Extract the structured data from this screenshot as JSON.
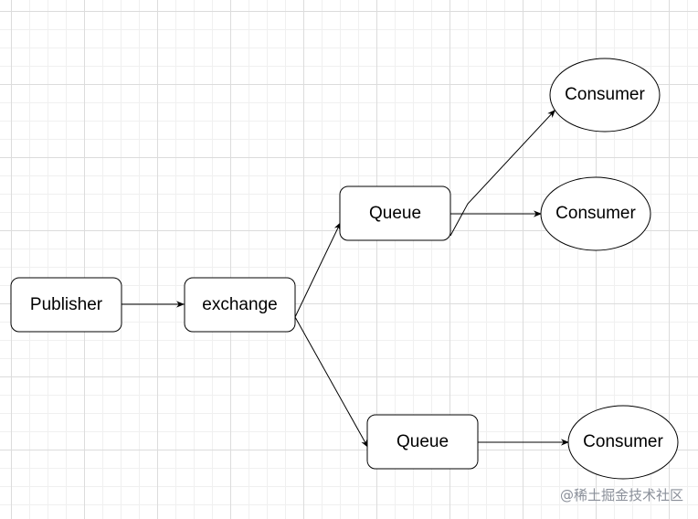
{
  "diagram": {
    "nodes": {
      "publisher": "Publisher",
      "exchange": "exchange",
      "queue_top": "Queue",
      "queue_bottom": "Queue",
      "consumer_1": "Consumer",
      "consumer_2": "Consumer",
      "consumer_3": "Consumer"
    },
    "edges": [
      {
        "from": "publisher",
        "to": "exchange"
      },
      {
        "from": "exchange",
        "to": "queue_top"
      },
      {
        "from": "exchange",
        "to": "queue_bottom"
      },
      {
        "from": "queue_top",
        "to": "consumer_1"
      },
      {
        "from": "queue_top",
        "to": "consumer_2"
      },
      {
        "from": "queue_bottom",
        "to": "consumer_3"
      }
    ]
  },
  "watermark": "@稀土掘金技术社区"
}
